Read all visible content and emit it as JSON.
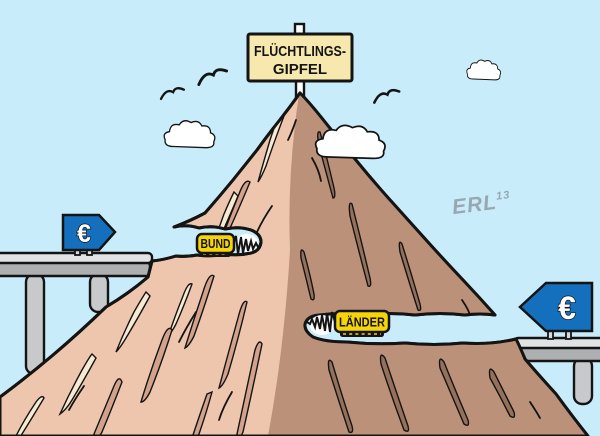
{
  "summit_sign": {
    "line1": "FLÜCHTLINGS-",
    "line2": "GIPFEL"
  },
  "machines": {
    "bund_label": "BUND",
    "laender_label": "LÄNDER"
  },
  "euro_signs": {
    "left_symbol": "€",
    "right_symbol": "€"
  },
  "signature": {
    "artist": "ERL",
    "year_suffix": "13"
  },
  "colors": {
    "sky": "#c9ecfb",
    "mountain_light": "#eec5ad",
    "mountain_shadow": "#bb9179",
    "streak_dark": "#95705b",
    "streak_mid": "#d2a38a",
    "highlight_cream": "#f7ead2",
    "machine_yellow": "#f6d40a",
    "summit_sign_yellow": "#f7e9ad",
    "euro_blue": "#1470bd",
    "bridge_gray": "#c8c9cb",
    "outline_black": "#141414",
    "signature_gray": "#98a8b3"
  }
}
